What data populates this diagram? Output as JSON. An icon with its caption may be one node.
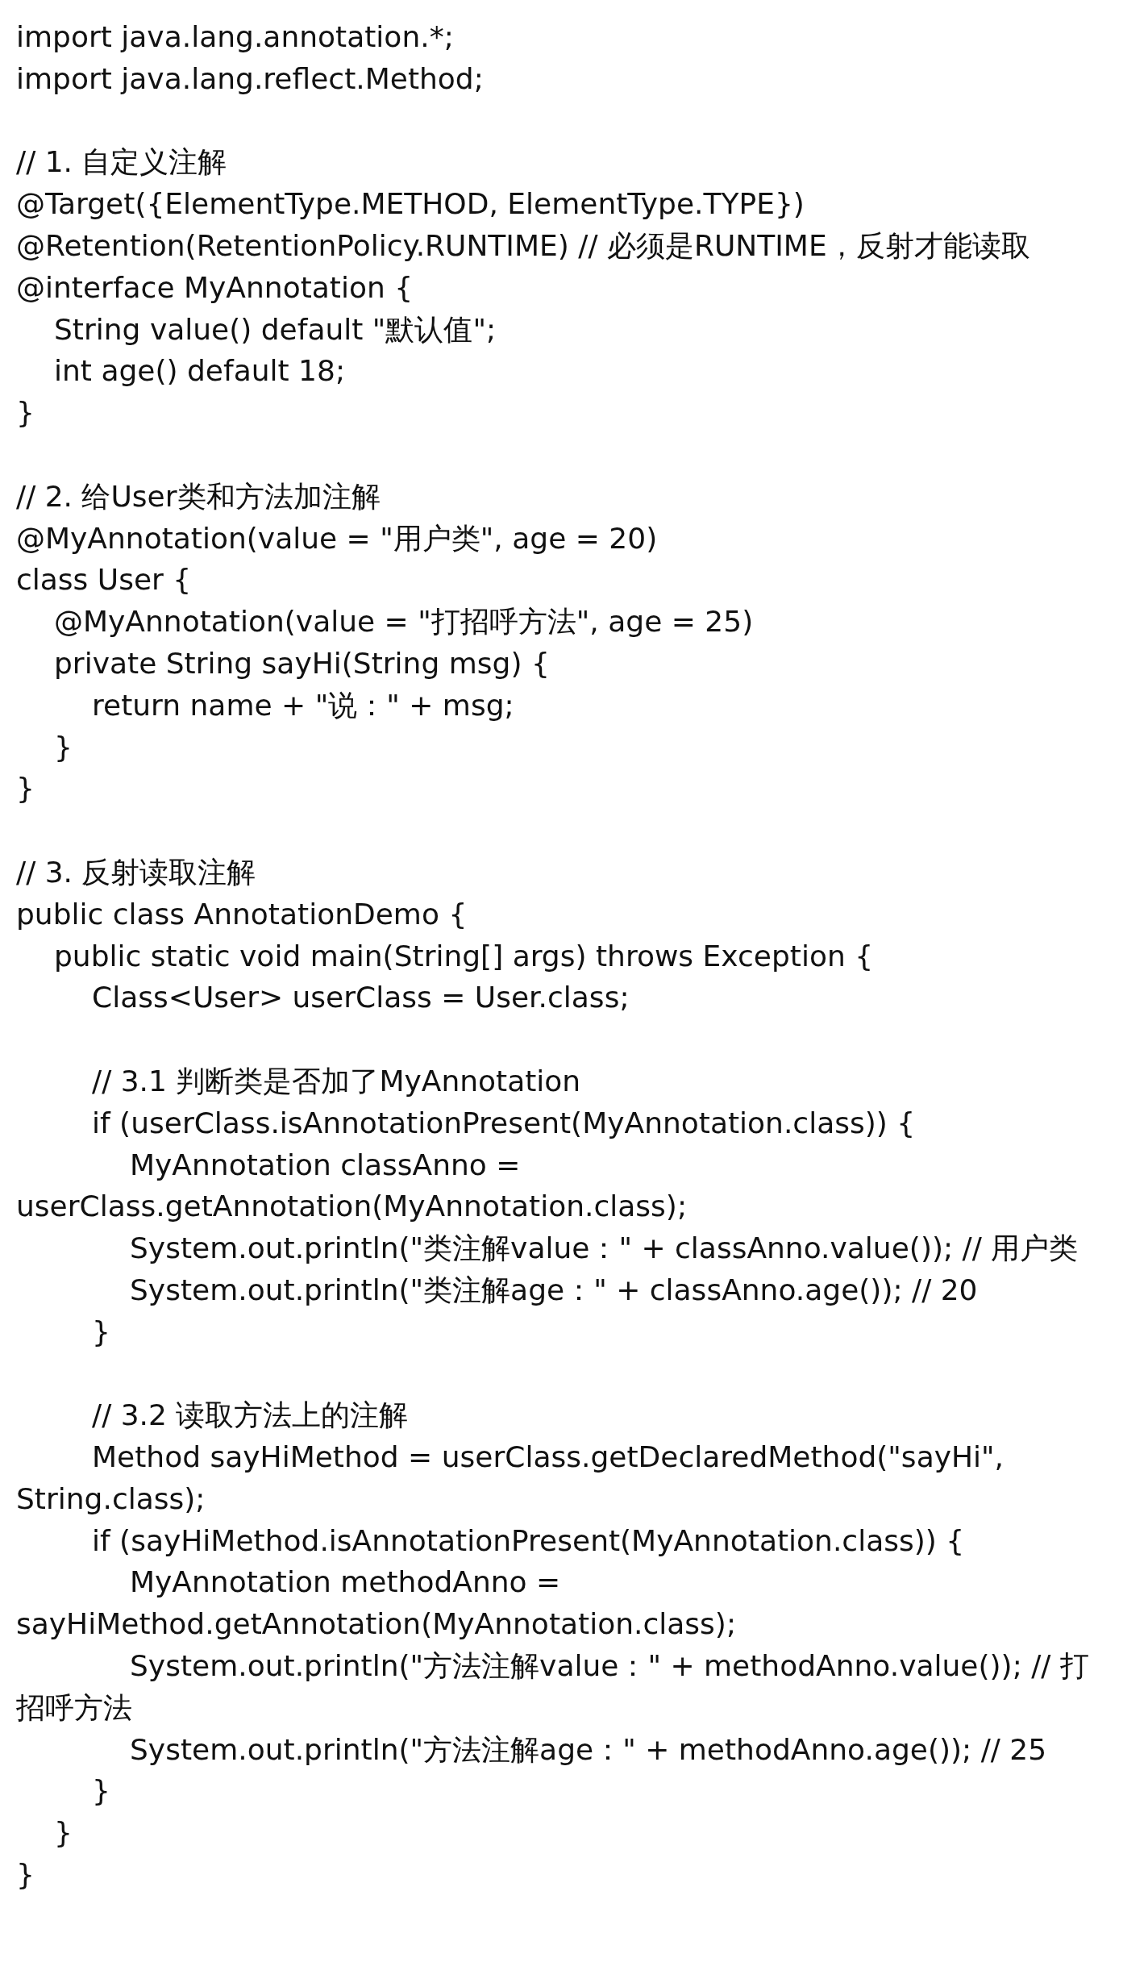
{
  "diagram": {
    "labels": [
      "import java.lang.annotation.*;",
      "import java.lang.reflect.Method;",
      "// 1. 自定义注解",
      "@Target({ElementType.METHOD, ElementType.TYPE})",
      "@Retention(RetentionPolicy.RUNTIME) // 必须是RUNTIME，反射才能读取",
      "@interface MyAnnotation {",
      "String value() default \"默认值\";",
      "int age() default 18;",
      "}",
      "// 2. 给User类和方法加注解",
      "@MyAnnotation(value = \"用户类\", age = 20)",
      "class User {",
      "@MyAnnotation(value = \"打招呼方法\", age = 25)",
      "private String sayHi(String msg) {",
      "return name + \"说：\" + msg;",
      "}",
      "}",
      "// 3. 反射读取注解",
      "public class AnnotationDemo {",
      "public static void main(String[] args) throws Exception {",
      "Class<User> userClass = User.class;",
      "// 3.1 判断类是否加了MyAnnotation",
      "if (userClass.isAnnotationPresent(MyAnnotation.class)) {",
      "MyAnnotation classAnno = userClass.getAnnotation(MyAnnotation.class);",
      "System.out.println(\"类注解value：\" + classAnno.value()); // 用户类",
      "System.out.println(\"类注解age：\" + classAnno.age()); // 20",
      "}",
      "// 3.2 读取方法上的注解",
      "Method sayHiMethod = userClass.getDeclaredMethod(\"sayHi\", String.class);",
      "if (sayHiMethod.isAnnotationPresent(MyAnnotation.class)) {",
      "MyAnnotation methodAnno = sayHiMethod.getAnnotation(MyAnnotation.class);",
      "System.out.println(\"方法注解value：\" + methodAnno.value()); // 打招呼方法",
      "System.out.println(\"方法注解age：\" + methodAnno.age()); // 25",
      "}",
      "}",
      "}"
    ]
  }
}
